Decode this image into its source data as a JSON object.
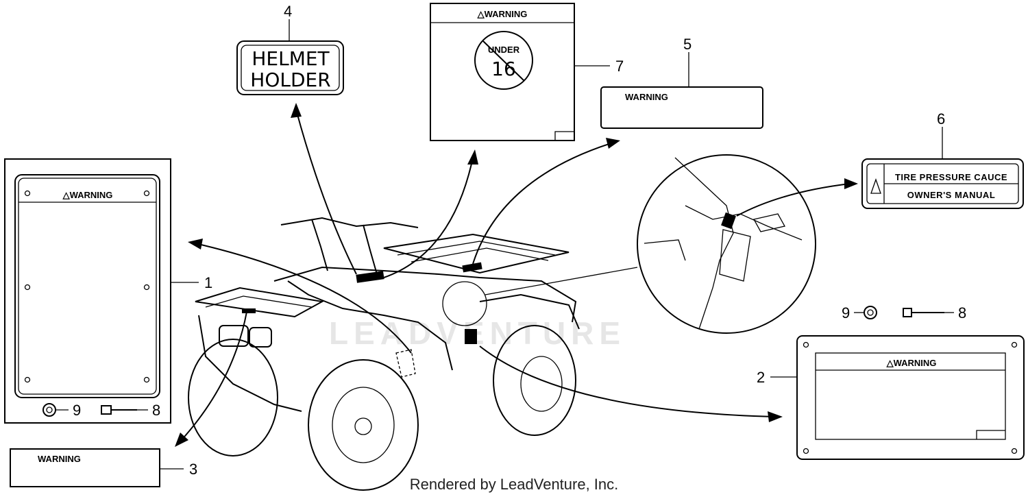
{
  "watermark": "LEADVENTURE",
  "footer": "Rendered by LeadVenture, Inc.",
  "callouts": {
    "c1": "1",
    "c2": "2",
    "c3": "3",
    "c4": "4",
    "c5": "5",
    "c6": "6",
    "c7": "7",
    "c8a": "8",
    "c8b": "8",
    "c9a": "9",
    "c9b": "9"
  },
  "labels": {
    "label1_warning": "△WARNING",
    "label2_warning": "△WARNING",
    "label3_warning": "WARNING",
    "label4_line1": "HELMET",
    "label4_line2": "HOLDER",
    "label5_warning": "WARNING",
    "label6_line1": "TIRE PRESSURE CAUCE",
    "label6_line2": "OWNER'S MANUAL",
    "label7_warning": "△WARNING",
    "label7_under": "UNDER",
    "label7_age": "16"
  }
}
